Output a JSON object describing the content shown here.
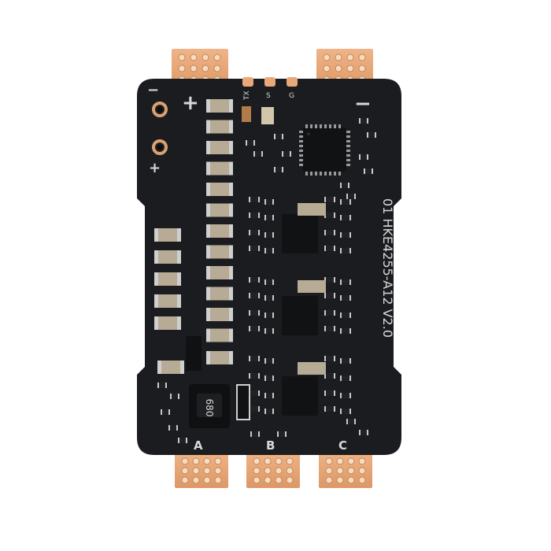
{
  "board": {
    "model_text": "01 HKE4255-A12 V2.0",
    "inductor_marking": "680",
    "colors": {
      "background": "#ffffff",
      "board": "#1a1c1f",
      "pad": "#e8a878",
      "pad_hole": "#f7dcc4",
      "silkscreen": "#d8d8d8",
      "cap": "#b7ab95",
      "cap_end": "#cfcfcf",
      "chip": "#111214"
    }
  },
  "labels": {
    "power_plus": "+",
    "power_minus": "−",
    "signal_tx": "TX",
    "signal_s": "S",
    "signal_g": "G",
    "corner_minus": "−",
    "corner_plus": "+",
    "phase_a": "A",
    "phase_b": "B",
    "phase_c": "C"
  }
}
